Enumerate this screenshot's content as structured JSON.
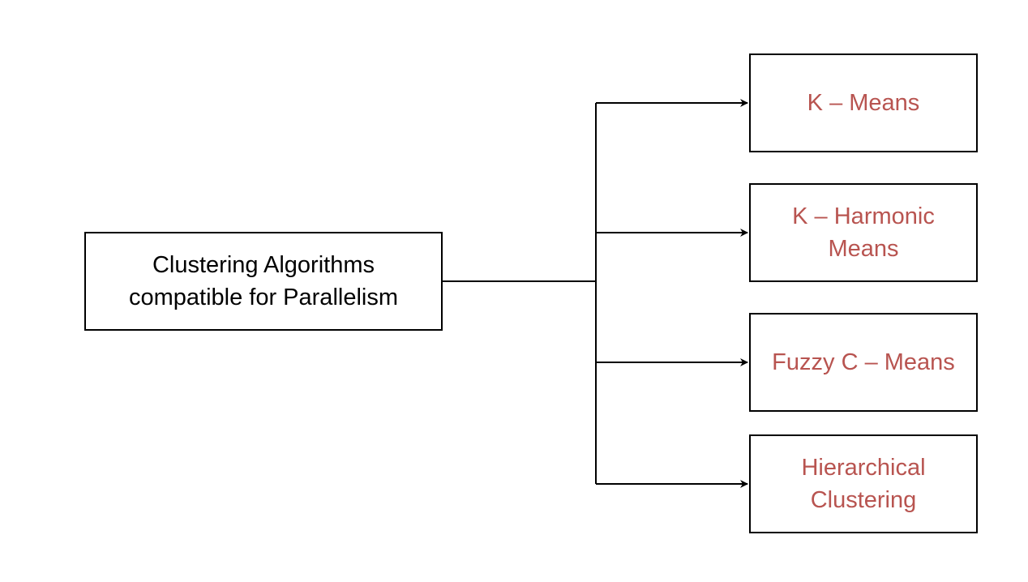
{
  "diagram": {
    "root": {
      "line1": "Clustering Algorithms",
      "line2": "compatible for Parallelism"
    },
    "children": [
      {
        "line1": "K – Means",
        "line2": ""
      },
      {
        "line1": "K – Harmonic",
        "line2": "Means"
      },
      {
        "line1": "Fuzzy C – Means",
        "line2": ""
      },
      {
        "line1": "Hierarchical",
        "line2": "Clustering"
      }
    ],
    "colors": {
      "root_text": "#000000",
      "child_text": "#b85450",
      "lines": "#000000"
    }
  }
}
